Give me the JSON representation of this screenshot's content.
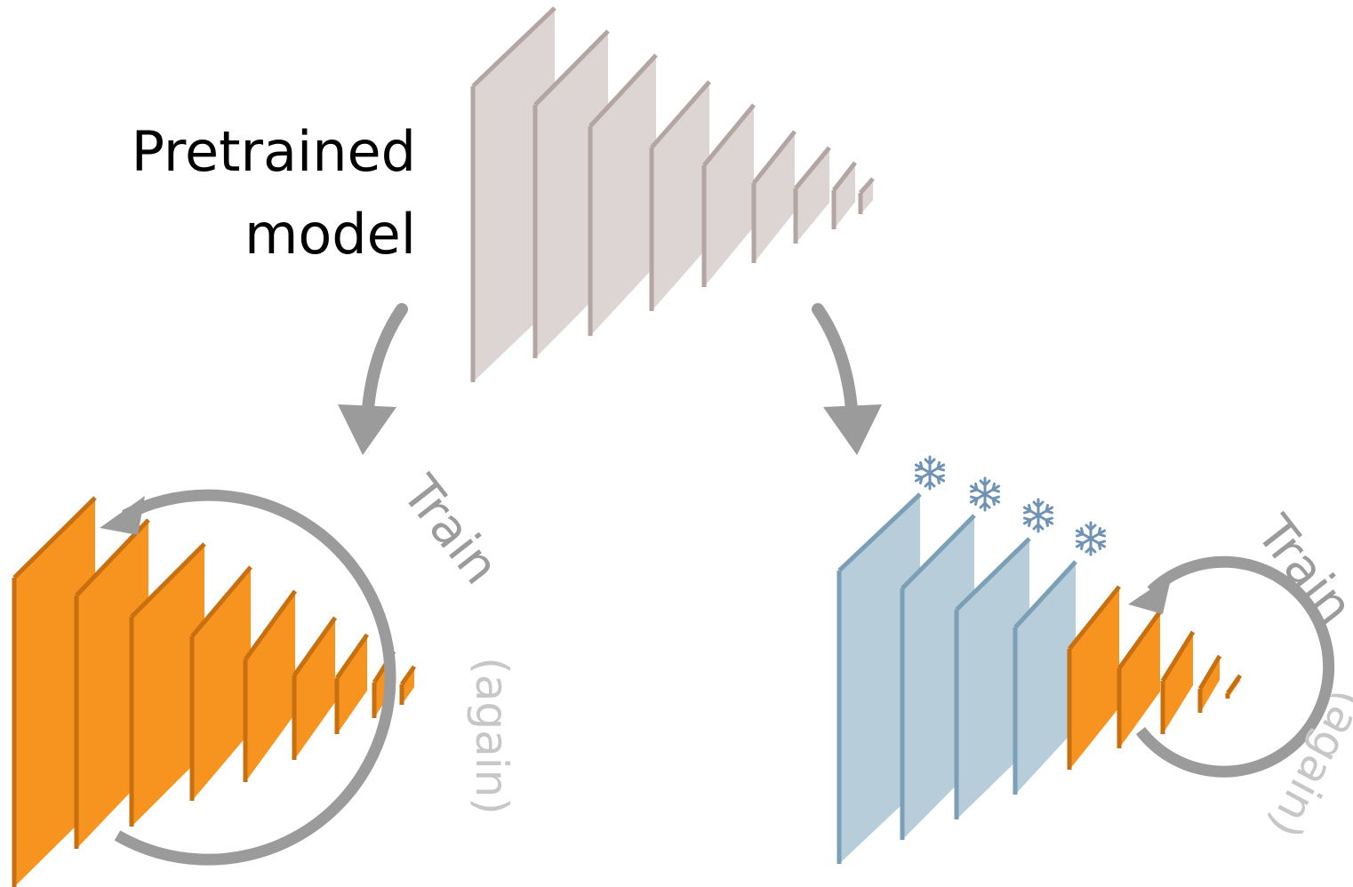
{
  "labels": {
    "pretrained_line1": "Pretrained",
    "pretrained_line2": "model",
    "train_left": "Train",
    "again_left": "(again)",
    "train_right": "Train",
    "again_right": "(again)"
  },
  "colors": {
    "pretrained_fill": "#ddd5d4",
    "pretrained_edge": "#b3a5a2",
    "retrain_fill": "#f6941f",
    "retrain_edge": "#c86f10",
    "frozen_fill": "#b7cdd9",
    "frozen_edge": "#7a9fb6",
    "arrow": "#9b9b9b",
    "again_text": "#c7c7c7",
    "snowflake": "#6f93b5"
  },
  "icons": {
    "frozen_marker": "snowflake-icon",
    "flow_arrow": "curved-arrow-icon",
    "training_loop": "circular-arrow-icon"
  }
}
